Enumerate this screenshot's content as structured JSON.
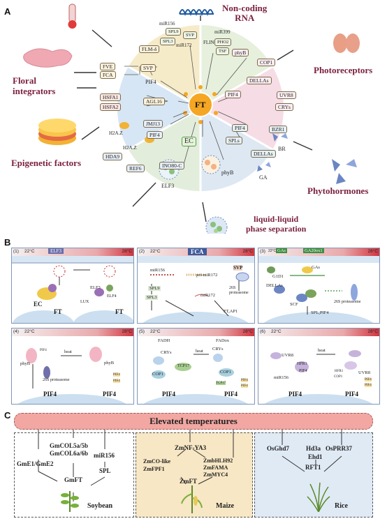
{
  "panels": {
    "a": "A",
    "b": "B",
    "c": "C"
  },
  "a": {
    "center": "FT",
    "categories": {
      "ncrna": "Non-coding\nRNA",
      "floral": "Floral\nintegrators",
      "photo": "Photoreceptors",
      "epi": "Epigenetic factors",
      "phyto": "Phytohormones",
      "llps": "liquid-liquid\nphase separation"
    },
    "nodes": {
      "flm": "FLM-δ",
      "fve": "FVE",
      "fca": "FCA",
      "svp": "SVP",
      "pif4_l": "PIF4",
      "hsfa1": "HSFA1",
      "hsfa2": "HSFA2",
      "agl16": "AGL16",
      "mir156": "miR156",
      "spl9": "SPL9",
      "spl3": "SPL3",
      "svp2": "SVP",
      "mir172": "miR172",
      "flinc": "FLINC",
      "mir399": "miR399",
      "pho2": "PHO2",
      "tsf": "TSF",
      "phyb": "phyB",
      "cop1": "COP1",
      "dellas": "DELLAs",
      "pif4_r": "PIF4",
      "uvr8": "UVR8",
      "crys": "CRYs",
      "jmj13": "JMJ13",
      "h2az": "H2A.Z",
      "h2az2": "H2A.Z",
      "pif4_e": "PIF4",
      "hda9": "HDA9",
      "ref6": "REF6",
      "ino80": "INO80-C",
      "pif4_p": "PIF4",
      "bzr1": "BZR1",
      "spls": "SPLs",
      "dellas2": "DELLAs",
      "br": "BR",
      "ga": "GA",
      "ec": "EC",
      "elf3": "ELF3",
      "phyb2": "phyB"
    }
  },
  "b": {
    "p1": {
      "num": "(1)",
      "lo": "22°C",
      "hi": "28°C",
      "top": "ELF3",
      "ec": "EC",
      "ft1": "FT",
      "lux": "LUX",
      "elf3": "ELF3",
      "elf4": "ELF4",
      "ft2": "FT"
    },
    "p2": {
      "num": "(2)",
      "lo": "22°C",
      "hi": "28°C",
      "top": "FCA",
      "svp": "SVP",
      "mir156": "miR156",
      "premir": "pri-miR172",
      "spl9": "SPL9",
      "spl3": "SPL3",
      "mir172": "miR172",
      "s26": "26S\nproteasome",
      "out": "FT,AP1"
    },
    "p3": {
      "num": "(3)",
      "lo": "22°C",
      "hi": "28°C",
      "gas": "GAs",
      "ga20": "GA20ox1",
      "gid1": "G1D1",
      "gas2": "GAs",
      "dellas": "DELLAs",
      "scf": "SCF",
      "s26": "26S proteasome",
      "out": "SPL,PIF4"
    },
    "p4": {
      "num": "(4)",
      "lo": "22°C",
      "hi": "28°C",
      "phyb": "phyB",
      "heat": "heat",
      "phyb2": "phyB",
      "s26": "26S proteasome",
      "pif4a": "PIF4",
      "pif4b": "PIF4",
      "pif4c": "PIF4",
      "out1": "PIF4",
      "out2": "PIF4"
    },
    "p5": {
      "num": "(5)",
      "lo": "22°C",
      "hi": "28°C",
      "fadh": "FADH",
      "fadox": "FADox",
      "crys": "CRYs",
      "crys2": "CRYs",
      "tcp17": "TCP17",
      "heat": "heat",
      "cop1": "COP1",
      "cop1b": "COP1",
      "tcp17b": "TCP17",
      "pif4a": "PIF4",
      "pif4b": "PIF4",
      "out1": "PIF4",
      "out2": "PIF4"
    },
    "p6": {
      "num": "(6)",
      "lo": "22°C",
      "hi": "28°C",
      "uvr8": "UVR8",
      "heat": "heat",
      "hfr1": "HFR1",
      "pif4": "PIF4",
      "mir156": "miR156",
      "hfr1b": "HFR1",
      "cop1": "COP1",
      "uvr8b": "UVR8",
      "pif4b": "PIF4",
      "pif4c": "PIF4",
      "out1": "PIF4",
      "out2": "PIF4"
    }
  },
  "c": {
    "banner": "Elevated temperatures",
    "soy": {
      "col": "GmCOL5a/5b\nGmCOL6a/6b",
      "e1": "GmE1/GmE2",
      "mir": "miR156",
      "spl": "SPL",
      "ft": "GmFT",
      "name": "Soybean"
    },
    "maize": {
      "nf": "ZmNF-YA3",
      "co": "ZmCO-like\nZmFPF1",
      "bhlh": "ZmbHLH92\nZmFAMA\nZmMYC4",
      "ft": "ZmFT",
      "name": "Maize"
    },
    "rice": {
      "ghd7": "OsGhd7",
      "hd3a": "Hd3a",
      "prr": "OsPRR37",
      "ehd1": "Ehd1",
      "rft": "RFT1",
      "name": "Rice"
    }
  }
}
